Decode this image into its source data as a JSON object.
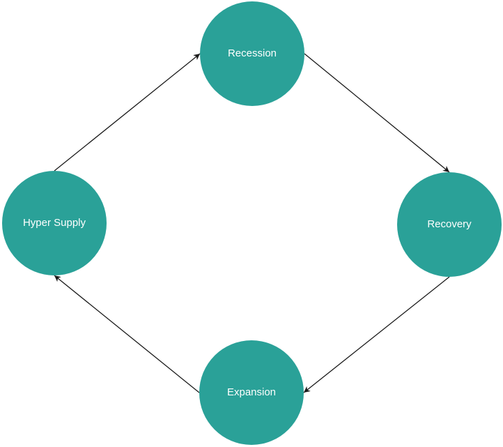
{
  "diagram": {
    "type": "cycle",
    "nodes": [
      {
        "id": "recession",
        "label": "Recession",
        "position": "top"
      },
      {
        "id": "recovery",
        "label": "Recovery",
        "position": "right"
      },
      {
        "id": "expansion",
        "label": "Expansion",
        "position": "bottom"
      },
      {
        "id": "hyper-supply",
        "label": "Hyper Supply",
        "position": "left"
      }
    ],
    "edges": [
      {
        "from": "hyper-supply",
        "to": "recession"
      },
      {
        "from": "recession",
        "to": "recovery"
      },
      {
        "from": "recovery",
        "to": "expansion"
      },
      {
        "from": "expansion",
        "to": "hyper-supply"
      }
    ],
    "colors": {
      "node_fill": "#2aa198",
      "node_text": "#ffffff",
      "edge": "#1a1a1a",
      "background": "#ffffff"
    }
  }
}
